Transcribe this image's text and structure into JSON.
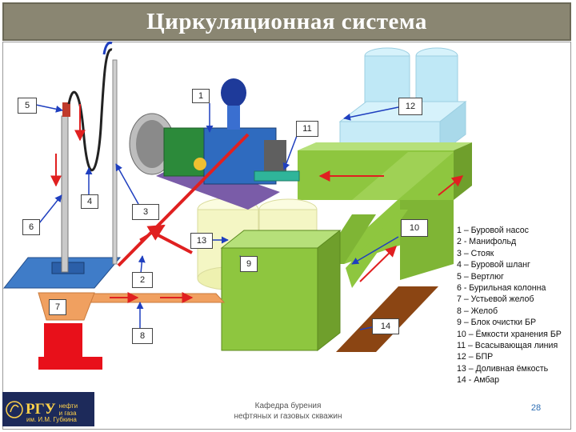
{
  "title": "Циркуляционная система",
  "callouts": [
    {
      "id": "c1",
      "text": "1"
    },
    {
      "id": "c2",
      "text": "2"
    },
    {
      "id": "c3",
      "text": "3"
    },
    {
      "id": "c4",
      "text": "4"
    },
    {
      "id": "c5",
      "text": "5"
    },
    {
      "id": "c6",
      "text": "6"
    },
    {
      "id": "c7",
      "text": "7"
    },
    {
      "id": "c8",
      "text": "8"
    },
    {
      "id": "c9",
      "text": "9"
    },
    {
      "id": "c10",
      "text": "10"
    },
    {
      "id": "c11",
      "text": "11"
    },
    {
      "id": "c12",
      "text": "12"
    },
    {
      "id": "c13",
      "text": "13"
    },
    {
      "id": "c14",
      "text": "14"
    }
  ],
  "legend": [
    "1 – Буровой насос",
    "2 - Манифольд",
    "3 – Стояк",
    "4 – Буровой шланг",
    "5 – Вертлюг",
    "6 - Бурильная колонна",
    "7 – Устьевой желоб",
    "8 – Желоб",
    "9 – Блок очистки БР",
    "10 – Ёмкости хранения БР",
    "11 – Всасывающая линия",
    "12 – БПР",
    "13 – Доливная ёмкость",
    "14 - Амбар"
  ],
  "footer": {
    "logo_text": "РГУ",
    "logo_side_1": "нефти",
    "logo_side_2": "и газа",
    "logo_bottom": "им. И.М. Губкина",
    "department_line1": "Кафедра бурения",
    "department_line2": "нефтяных и газовых скважин",
    "page_number": "28"
  },
  "colors": {
    "title_bar": "#8a8672",
    "green_block": "#8ec63f",
    "flow_arrow": "#e02020",
    "tank_blue": "#bfe8f6",
    "tank_yellow": "#f4f6c4",
    "rig_blue": "#3f7cc8",
    "chute_orange": "#f0a060",
    "pit_brown": "#8b4513"
  }
}
